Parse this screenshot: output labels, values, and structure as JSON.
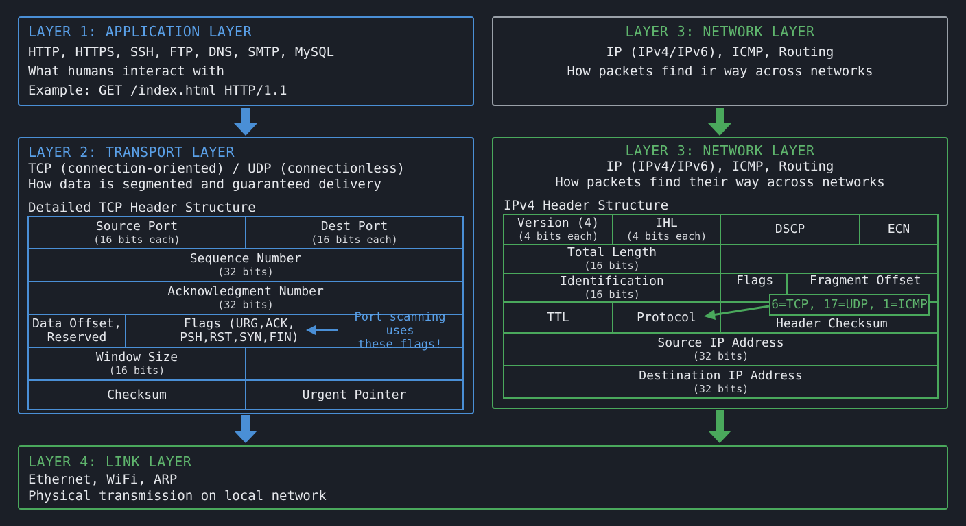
{
  "layer1": {
    "title": "LAYER 1: APPLICATION LAYER",
    "lines": [
      "HTTP, HTTPS, SSH, FTP, DNS, SMTP, MySQL",
      "What humans interact with",
      "Example: GET /index.html HTTP/1.1"
    ]
  },
  "layer3_top": {
    "title": "LAYER 3: NETWORK LAYER",
    "lines": [
      "IP (IPv4/IPv6), ICMP, Routing",
      "How packets find ir way across networks"
    ]
  },
  "layer2": {
    "title": "LAYER 2: TRANSPORT LAYER",
    "lines": [
      "TCP (connection-oriented) / UDP (connectionless)",
      "How data is segmented and guaranteed delivery"
    ],
    "tcp_title": "Detailed TCP Header Structure",
    "cells": {
      "source_port": "Source Port",
      "source_port_bits": "(16 bits each)",
      "dest_port": "Dest Port",
      "dest_port_bits": "(16 bits each)",
      "seq": "Sequence Number",
      "seq_bits": "(32 bits)",
      "ack": "Acknowledgment Number",
      "ack_bits": "(32 bits)",
      "data_offset_1": "Data Offset,",
      "data_offset_2": "Reserved",
      "flags_1": "Flags (URG,ACK,",
      "flags_2": "PSH,RST,SYN,FIN)",
      "window": "Window Size",
      "window_bits": "(16 bits)",
      "checksum": "Checksum",
      "urgent": "Urgent Pointer"
    },
    "note_1": "Port scanning uses",
    "note_2": "these flags!"
  },
  "layer3": {
    "title": "LAYER 3: NETWORK LAYER",
    "lines": [
      "IP (IPv4/IPv6), ICMP, Routing",
      "How packets find their way across networks"
    ],
    "ipv4_title": "IPv4 Header Structure",
    "cells": {
      "version": "Version (4)",
      "version_bits": "(4 bits each)",
      "ihl": "IHL",
      "ihl_bits": "(4 bits each)",
      "dscp": "DSCP",
      "ecn": "ECN",
      "total_length": "Total Length",
      "total_length_bits": "(16 bits)",
      "identification": "Identification",
      "identification_bits": "(16 bits)",
      "flags": "Flags",
      "fragment": "Fragment Offset",
      "ttl": "TTL",
      "protocol": "Protocol",
      "header_checksum": "Header Checksum",
      "src_ip": "Source IP Address",
      "src_ip_bits": "(32 bits)",
      "dst_ip": "Destination IP Address",
      "dst_ip_bits": "(32 bits)"
    },
    "protocol_note": "6=TCP, 17=UDP, 1=ICMP"
  },
  "layer4": {
    "title": "LAYER 4: LINK LAYER",
    "lines": [
      "Ethernet, WiFi, ARP",
      "Physical transmission on local network"
    ]
  },
  "colors": {
    "blue": "#4a8fd6",
    "green": "#4aa85c",
    "gray": "#9aa0a8",
    "background": "#1b1f27"
  }
}
